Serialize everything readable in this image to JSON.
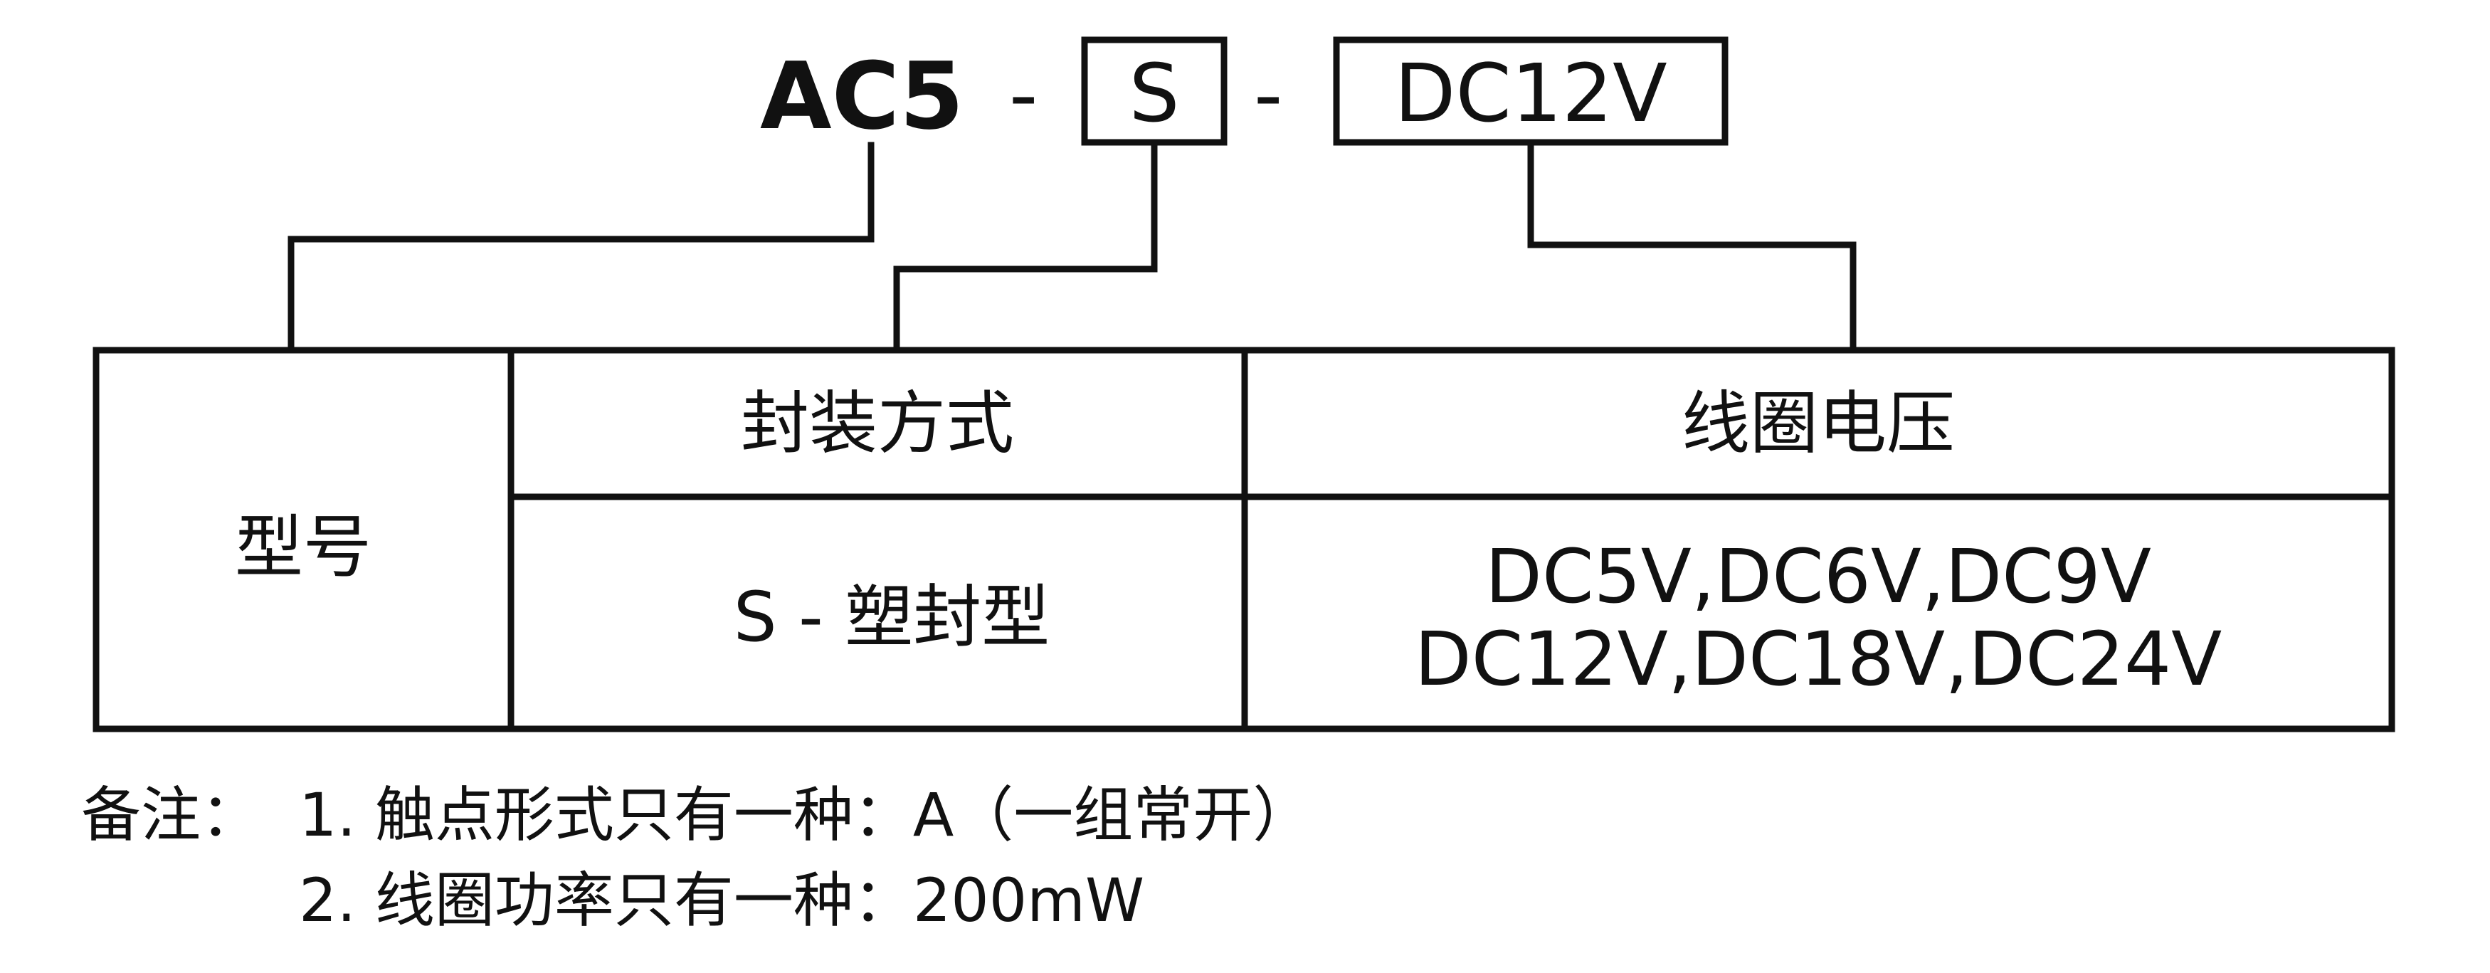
{
  "code": {
    "model": "AC5",
    "separator_1": "-",
    "package_code": "S",
    "separator_2": "-",
    "voltage_code": "DC12V"
  },
  "table": {
    "model_label": "型号",
    "package_header": "封装方式",
    "package_value": "S - 塑封型",
    "voltage_header": "线圈电压",
    "voltage_line_1": "DC5V,DC6V,DC9V",
    "voltage_line_2": "DC12V,DC18V,DC24V"
  },
  "notes": {
    "prefix": "备注：",
    "note_1": "1. 触点形式只有一种：A（一组常开）",
    "note_2": "2. 线圈功率只有一种：200mW"
  }
}
